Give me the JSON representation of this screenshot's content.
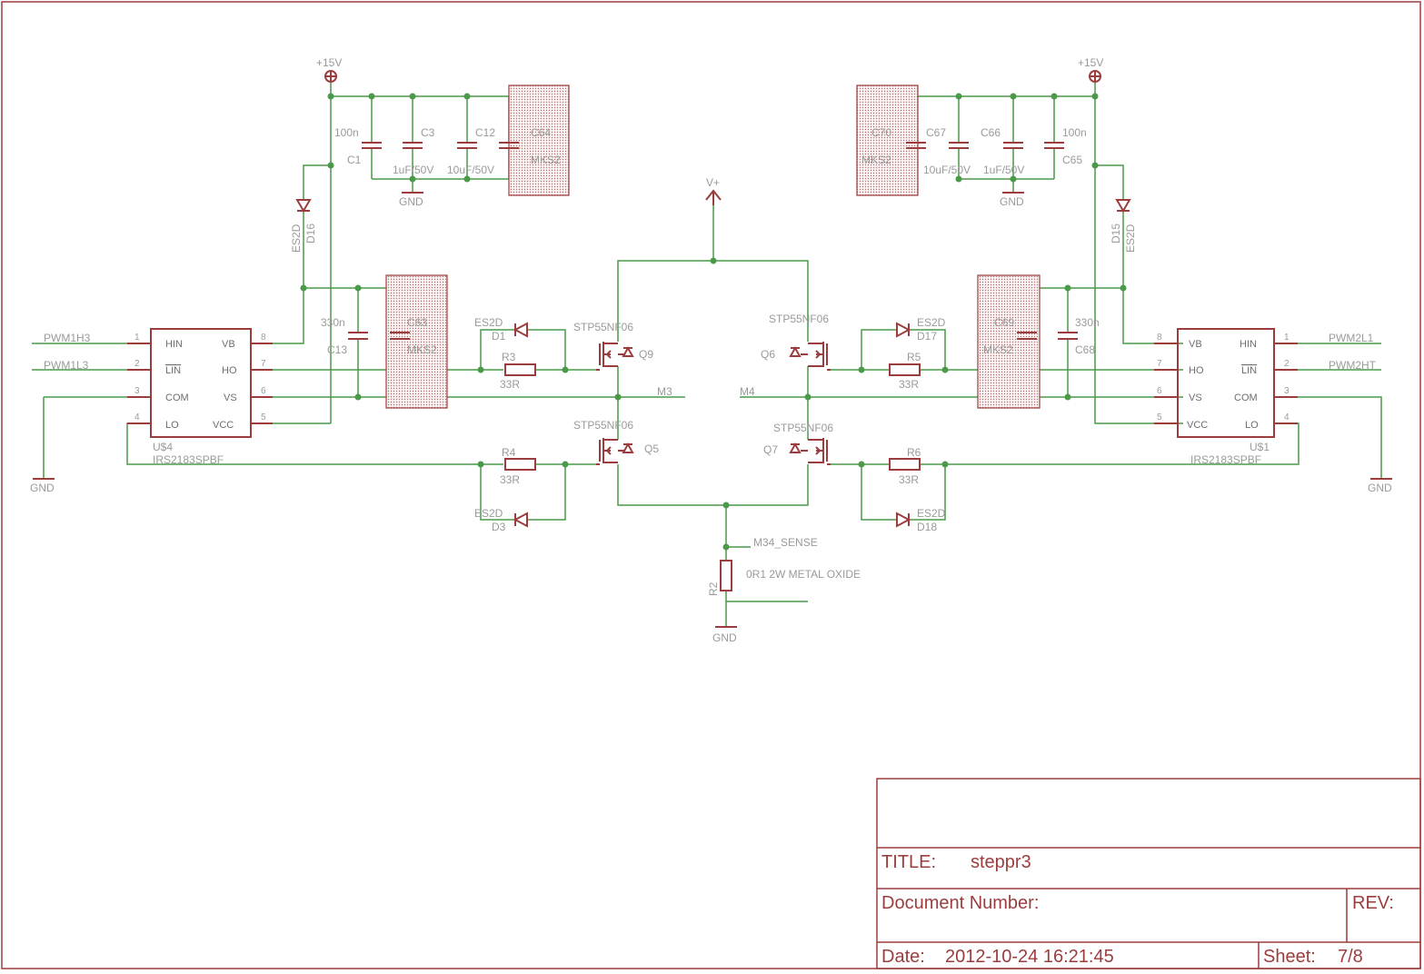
{
  "power": {
    "rail": "+15V",
    "vplus": "V+",
    "gnd": "GND"
  },
  "left_driver": {
    "ref": "U$4",
    "part": "IRS2183SPBF",
    "pins": [
      {
        "num": "1",
        "name": "HIN"
      },
      {
        "num": "2",
        "name": "LIN"
      },
      {
        "num": "3",
        "name": "COM"
      },
      {
        "num": "4",
        "name": "LO"
      },
      {
        "num": "8",
        "name": "VB"
      },
      {
        "num": "7",
        "name": "HO"
      },
      {
        "num": "6",
        "name": "VS"
      },
      {
        "num": "5",
        "name": "VCC"
      }
    ],
    "inputs": [
      "PWM1H3",
      "PWM1L3"
    ]
  },
  "right_driver": {
    "ref": "U$1",
    "part": "IRS2183SPBF",
    "pins": [
      {
        "num": "8",
        "name": "VB"
      },
      {
        "num": "7",
        "name": "HO"
      },
      {
        "num": "6",
        "name": "VS"
      },
      {
        "num": "5",
        "name": "VCC"
      },
      {
        "num": "1",
        "name": "HIN"
      },
      {
        "num": "2",
        "name": "LIN"
      },
      {
        "num": "3",
        "name": "COM"
      },
      {
        "num": "4",
        "name": "LO"
      }
    ],
    "inputs": [
      "PWM2L1",
      "PWM2HT"
    ]
  },
  "capacitors": {
    "c1": {
      "ref": "C1",
      "value": "100n"
    },
    "c3": {
      "ref": "C3",
      "value": "1uF/50V"
    },
    "c12": {
      "ref": "C12",
      "value": "10uF/50V"
    },
    "c64": {
      "ref": "C64",
      "value": "MKS2"
    },
    "c13": {
      "ref": "C13",
      "value": "330n"
    },
    "c63": {
      "ref": "C63",
      "value": "MKS2"
    },
    "c70": {
      "ref": "C70",
      "value": "MKS2"
    },
    "c67": {
      "ref": "C67",
      "value": "10uF/50V"
    },
    "c66": {
      "ref": "C66",
      "value": "1uF/50V"
    },
    "c65": {
      "ref": "C65",
      "value": "100n"
    },
    "c69": {
      "ref": "C69",
      "value": "MKS2"
    },
    "c68": {
      "ref": "C68",
      "value": "330n"
    }
  },
  "diodes": {
    "d16": {
      "ref": "D16",
      "value": "ES2D"
    },
    "d15": {
      "ref": "D15",
      "value": "ES2D"
    },
    "d1": {
      "ref": "D1",
      "value": "ES2D"
    },
    "d3": {
      "ref": "D3",
      "value": "ES2D"
    },
    "d17": {
      "ref": "D17",
      "value": "ES2D"
    },
    "d18": {
      "ref": "D18",
      "value": "ES2D"
    }
  },
  "resistors": {
    "r3": {
      "ref": "R3",
      "value": "33R"
    },
    "r4": {
      "ref": "R4",
      "value": "33R"
    },
    "r5": {
      "ref": "R5",
      "value": "33R"
    },
    "r6": {
      "ref": "R6",
      "value": "33R"
    },
    "r2": {
      "ref": "R2",
      "value": "0R1 2W METAL OXIDE"
    }
  },
  "mosfets": {
    "q9": {
      "ref": "Q9",
      "part": "STP55NF06"
    },
    "q5": {
      "ref": "Q5",
      "part": "STP55NF06"
    },
    "q6": {
      "ref": "Q6",
      "part": "STP55NF06"
    },
    "q7": {
      "ref": "Q7",
      "part": "STP55NF06"
    }
  },
  "nets": {
    "m3": "M3",
    "m4": "M4",
    "sense": "M34_SENSE"
  },
  "title_block": {
    "title_label": "TITLE:",
    "title_value": "steppr3",
    "doc_label": "Document Number:",
    "rev_label": "REV:",
    "date_label": "Date:",
    "date_value": "2012-10-24 16:21:45",
    "sheet_label": "Sheet:",
    "sheet_value": "7/8"
  }
}
